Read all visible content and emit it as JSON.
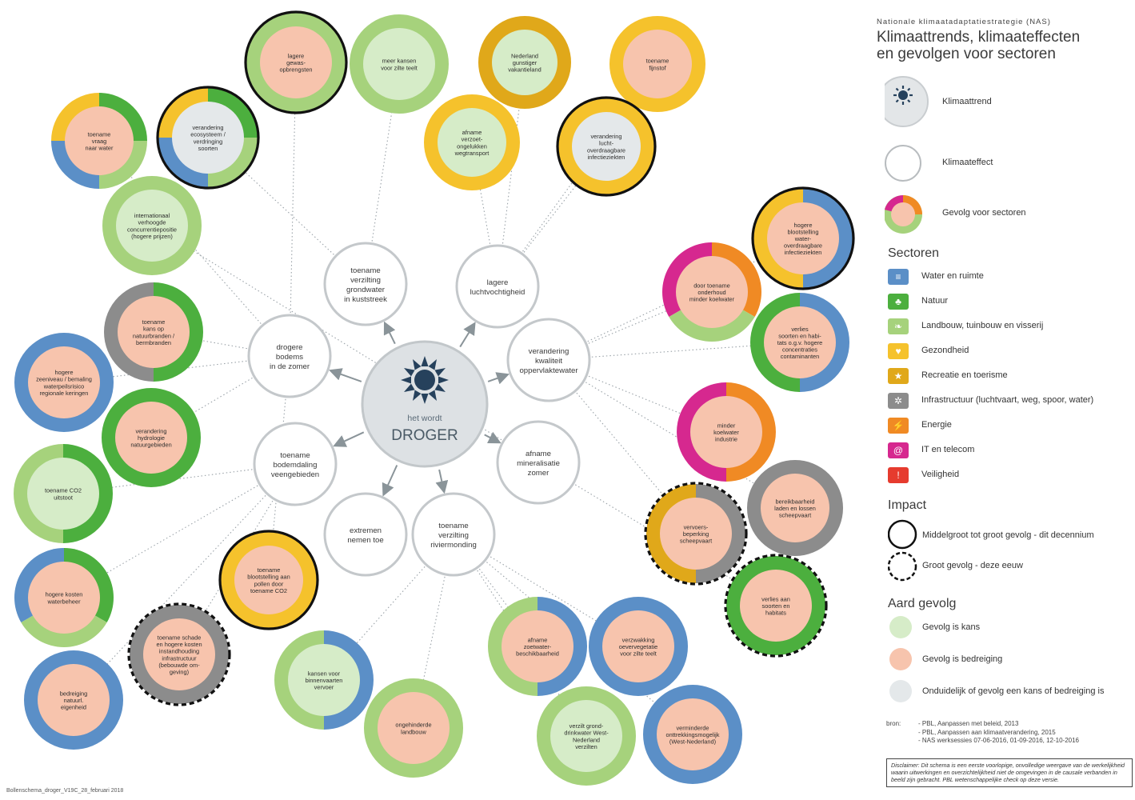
{
  "center": {
    "lines": [
      "het wordt",
      "DROGER"
    ]
  },
  "effects": [
    {
      "lines": [
        "toename",
        "verzilting",
        "grondwater",
        "in kuststreek"
      ]
    },
    {
      "lines": [
        "lagere",
        "luchtvochtigheid"
      ]
    },
    {
      "lines": [
        "verandering",
        "kwaliteit",
        "oppervlaktewater"
      ]
    },
    {
      "lines": [
        "afname",
        "mineralisatie",
        "zomer"
      ]
    },
    {
      "lines": [
        "toename",
        "verzilting",
        "riviermonding"
      ]
    },
    {
      "lines": [
        "extremen",
        "nemen toe"
      ]
    },
    {
      "lines": [
        "toename",
        "bodemdaling",
        "veengebieden"
      ]
    },
    {
      "lines": [
        "drogere",
        "bodems",
        "in de zomer"
      ]
    }
  ],
  "consequences": [
    {
      "lines": [
        "toename",
        "vraag",
        "naar water"
      ]
    },
    {
      "lines": [
        "verandering",
        "ecosysteem /",
        "verdringing",
        "soorten"
      ]
    },
    {
      "lines": [
        "lagere",
        "gewas-",
        "opbrengsten"
      ]
    },
    {
      "lines": [
        "meer kansen",
        "voor zilte teelt"
      ]
    },
    {
      "lines": [
        "Nederland",
        "gunstiger",
        "vakantieland"
      ]
    },
    {
      "lines": [
        "toename",
        "fijnstof"
      ]
    },
    {
      "lines": [
        "afname",
        "verzoet-",
        "ongelukken",
        "wegtransport"
      ]
    },
    {
      "lines": [
        "verandering",
        "lucht-",
        "overdraagbare",
        "infectieziekten"
      ]
    },
    {
      "lines": [
        "internationaal",
        "verhoogde",
        "concurrentiepositie",
        "(hogere prijzen)"
      ]
    },
    {
      "lines": [
        "toename",
        "kans op",
        "natuurbranden /",
        "bermbranden"
      ]
    },
    {
      "lines": [
        "hogere",
        "zeeniveau / bemaling",
        "waterpeilsrisico",
        "regionale keringen"
      ]
    },
    {
      "lines": [
        "verandering",
        "hydrologie",
        "natuurgebieden"
      ]
    },
    {
      "lines": [
        "toename CO2",
        "uitstoot"
      ]
    },
    {
      "lines": [
        "hogere kosten",
        "waterbeheer"
      ]
    },
    {
      "lines": [
        "toename schade",
        "en hogere kosten",
        "instandhouding",
        "infrastructuur",
        "(bebouwde om-",
        "geving)"
      ]
    },
    {
      "lines": [
        "bedreiging",
        "natuurl.",
        "eigenheid"
      ]
    },
    {
      "lines": [
        "toename",
        "blootstelling aan",
        "pollen door",
        "toename CO2"
      ]
    },
    {
      "lines": [
        "kansen voor",
        "binnenvaarten",
        "vervoer"
      ]
    },
    {
      "lines": [
        "ongehinderde",
        "landbouw"
      ]
    },
    {
      "lines": [
        "afname",
        "zoetwater-",
        "beschikbaarheid"
      ]
    },
    {
      "lines": [
        "verzwakking",
        "oevervegetatie",
        "voor zilte teelt"
      ]
    },
    {
      "lines": [
        "verzilt grond-",
        "drinkwater West-",
        "Nederland",
        "verzilten"
      ]
    },
    {
      "lines": [
        "verminderde",
        "onttrekkingsmogelijk",
        "(West-Nederland)"
      ]
    },
    {
      "lines": [
        "hogere",
        "blootstelling",
        "water-",
        "overdraagbare",
        "infectieziekten"
      ]
    },
    {
      "lines": [
        "door toename",
        "onderhoud",
        "minder koelwater"
      ]
    },
    {
      "lines": [
        "verlies",
        "soorten en habi-",
        "tats o.g.v. hogere",
        "concentraties",
        "contaminanten"
      ]
    },
    {
      "lines": [
        "minder",
        "koelwater",
        "industrie"
      ]
    },
    {
      "lines": [
        "bereikbaarheid",
        "laden en lossen",
        "scheepvaart"
      ]
    },
    {
      "lines": [
        "vervoers-",
        "beperking",
        "scheepvaart"
      ]
    },
    {
      "lines": [
        "verlies aan",
        "soorten en",
        "habitats"
      ]
    }
  ],
  "legend": {
    "subtitle": "Nationale klimaatadaptatiestrategie (NAS)",
    "title_lines": [
      "Klimaattrends, klimaateffecten",
      "en gevolgen voor sectoren"
    ],
    "trend_label": "Klimaattrend",
    "effect_label": "Klimaateffect",
    "consequence_label": "Gevolg voor sectoren",
    "sectors_heading": "Sectoren",
    "sectors": [
      {
        "label": "Water en ruimte",
        "color": "#5b8fc7"
      },
      {
        "label": "Natuur",
        "color": "#4caf3e"
      },
      {
        "label": "Landbouw, tuinbouw en visserij",
        "color": "#a6d27c"
      },
      {
        "label": "Gezondheid",
        "color": "#f5c22c"
      },
      {
        "label": "Recreatie en toerisme",
        "color": "#e0a81a"
      },
      {
        "label": "Infrastructuur (luchtvaart, weg, spoor, water)",
        "color": "#8c8c8c"
      },
      {
        "label": "Energie",
        "color": "#f08a24"
      },
      {
        "label": "IT en telecom",
        "color": "#d6288f"
      },
      {
        "label": "Veiligheid",
        "color": "#e63b2e"
      }
    ],
    "impact_heading": "Impact",
    "impact_items": [
      "Middelgroot tot groot gevolg - dit decennium",
      "Groot gevolg - deze eeuw"
    ],
    "nature_heading": "Aard gevolg",
    "nature_items": [
      {
        "label": "Gevolg is kans",
        "color": "#d6ecc8"
      },
      {
        "label": "Gevolg is bedreiging",
        "color": "#f7c4ad"
      },
      {
        "label": "Onduidelijk of gevolg een kans of bedreiging is",
        "color": "#e4e8ea"
      }
    ],
    "source_label": "bron:",
    "sources": [
      "- PBL, Aanpassen met beleid, 2013",
      "- PBL, Aanpassen aan klimaatverandering, 2015",
      "- NAS werksessies 07-06-2016, 01-09-2016, 12-10-2016"
    ],
    "disclaimer": "Disclaimer: Dit schema is een eerste voorlopige, onvolledige weergave van de werkelijkheid waarin uitwerkingen en overzichtelijkheid niet de omgevingen in de causale verbanden in beeld zijn gebracht. PBL wetenschappelijke check op deze versie."
  },
  "footer": "Bollenschema_droger_V19C_28_februari 2018"
}
